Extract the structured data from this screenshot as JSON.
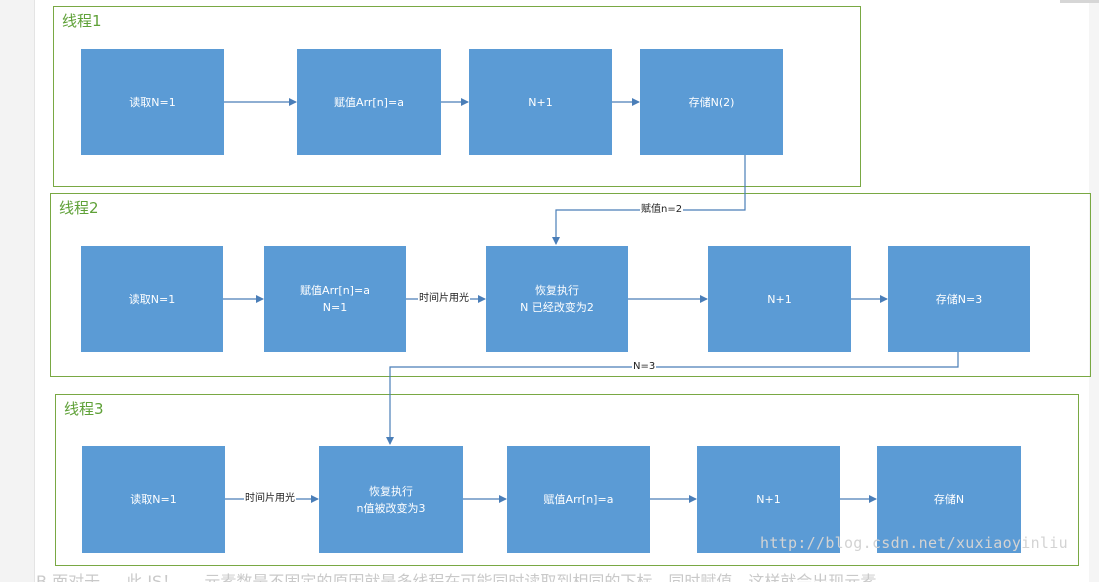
{
  "threads": [
    {
      "title": "线程1",
      "boxes": [
        {
          "lines": [
            "读取N=1"
          ]
        },
        {
          "lines": [
            "赋值Arr[n]=a"
          ]
        },
        {
          "lines": [
            "N+1"
          ]
        },
        {
          "lines": [
            "存储N(2)"
          ]
        }
      ]
    },
    {
      "title": "线程2",
      "boxes": [
        {
          "lines": [
            "读取N=1"
          ]
        },
        {
          "lines": [
            "赋值Arr[n]=a",
            "N=1"
          ]
        },
        {
          "lines": [
            "恢复执行",
            "N 已经改变为2"
          ]
        },
        {
          "lines": [
            "N+1"
          ]
        },
        {
          "lines": [
            "存储N=3"
          ]
        }
      ]
    },
    {
      "title": "线程3",
      "boxes": [
        {
          "lines": [
            "读取N=1"
          ]
        },
        {
          "lines": [
            "恢复执行",
            "n值被改变为3"
          ]
        },
        {
          "lines": [
            "赋值Arr[n]=a"
          ]
        },
        {
          "lines": [
            "N+1"
          ]
        },
        {
          "lines": [
            "存储N"
          ]
        }
      ]
    }
  ],
  "connectors": {
    "assign_n2": "赋值n=2",
    "n3": "N=3",
    "time_slice_t2": "时间片用光",
    "time_slice_t3": "时间片用光"
  },
  "watermark": "http://blog.csdn.net/xuxiaoyinliu",
  "bottom_text": "B 面对于 … 此 JS！ … 元素数是不固定的原因就是多线程在可能同时读取到相同的下标，同时赋值，这样就会出现元素",
  "colors": {
    "box": "#5b9bd5",
    "frame": "#79a843",
    "title": "#5fa138",
    "arrow": "#4a7eb8"
  }
}
